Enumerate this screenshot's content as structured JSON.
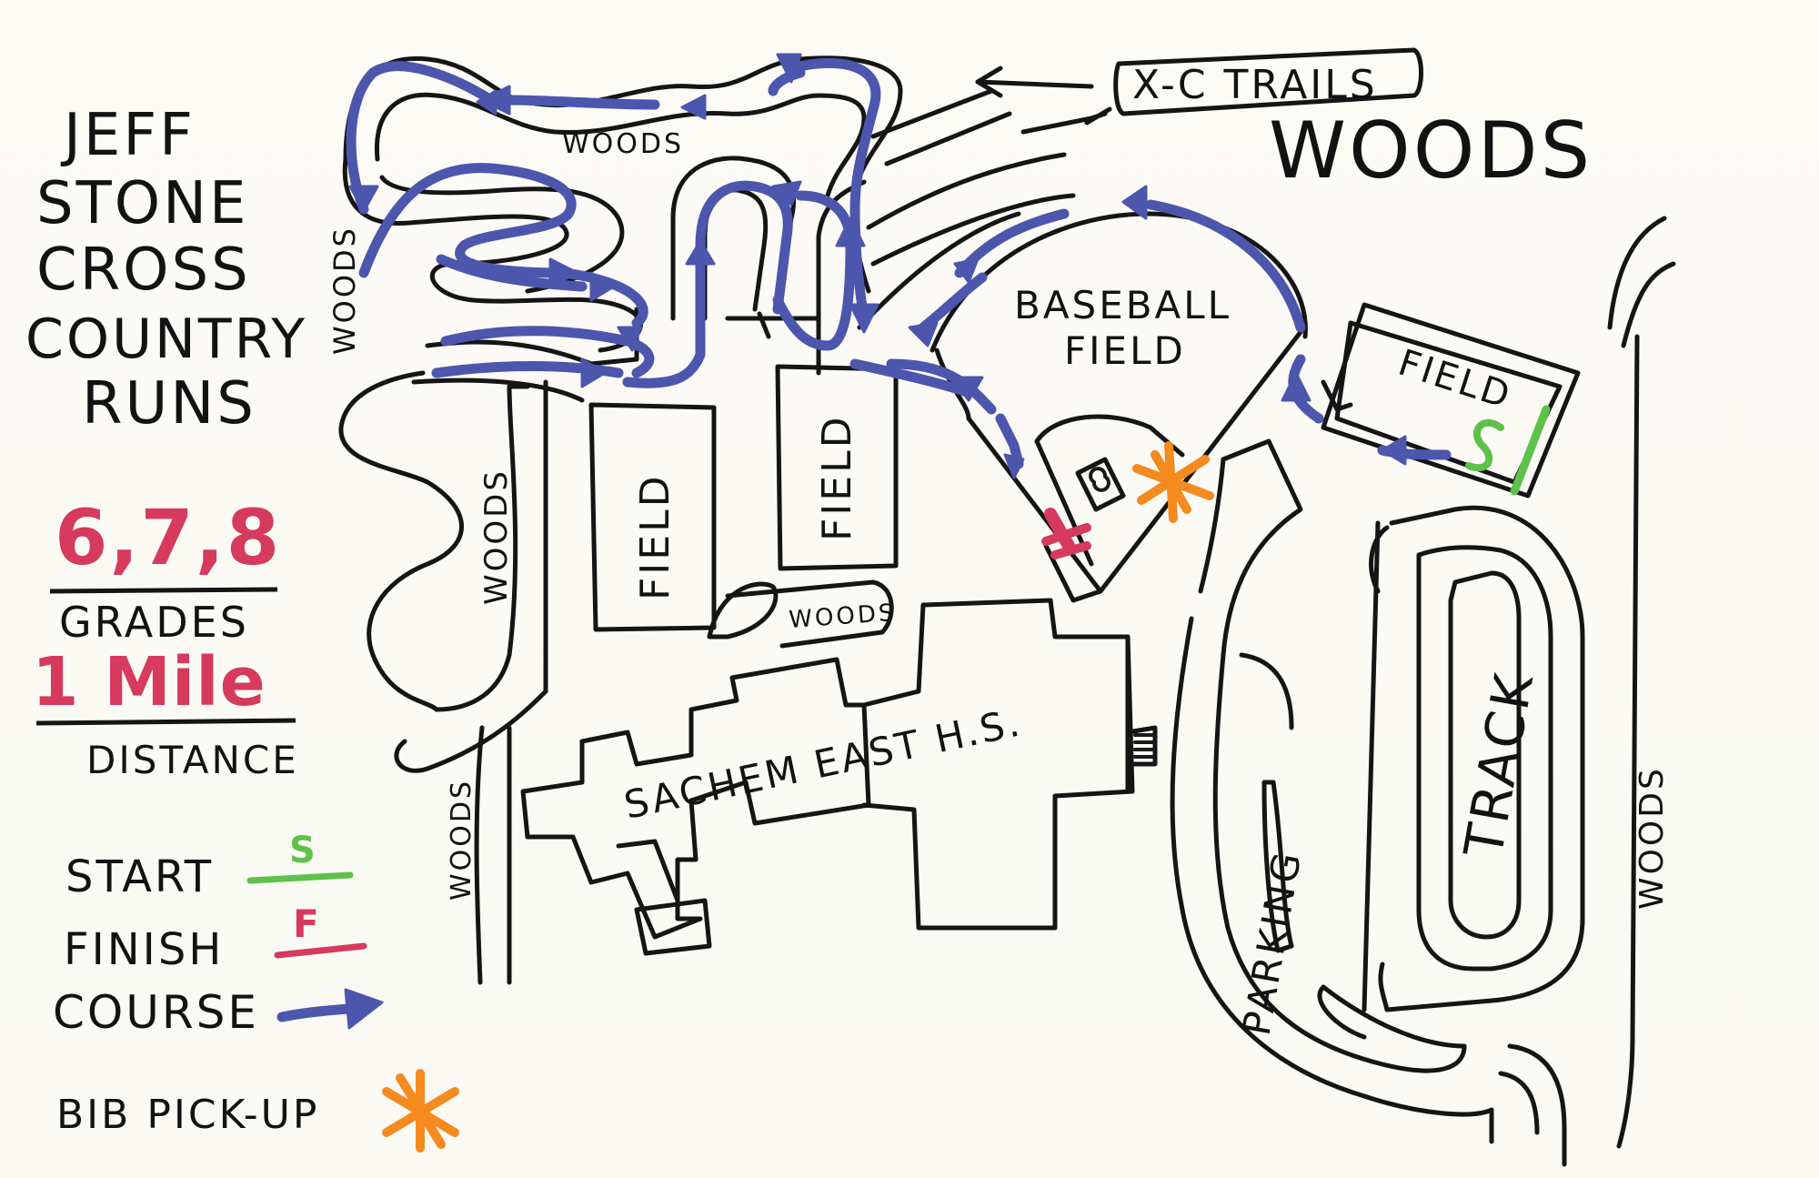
{
  "title_lines": [
    "JEFF",
    "STONE",
    "CROSS",
    "COUNTRY",
    "RUNS"
  ],
  "grades_value": "6,7,8",
  "grades_label": "GRADES",
  "distance_value": "1 Mile",
  "distance_label": "DISTANCE",
  "legend": {
    "start_label": "START",
    "start_symbol": "S",
    "finish_label": "FINISH",
    "finish_symbol": "F",
    "course_label": "COURSE",
    "bib_label": "BIB PICK-UP"
  },
  "labels": {
    "xc_trails": "X-C TRAILS",
    "woods_top_right": "WOODS",
    "woods_top_mid": "WOODS",
    "woods_left_vertical": "WOODS",
    "woods_center_vertical": "WOODS",
    "woods_lower_vertical": "WOODS",
    "woods_small_patch": "WOODS",
    "woods_right_vertical": "WOODS",
    "field_1": "FIELD",
    "field_2": "FIELD",
    "field_3": "FIELD",
    "baseball_field_line1": "BASEBALL",
    "baseball_field_line2": "FIELD",
    "school": "SACHEM EAST H.S.",
    "parking": "PARKING",
    "track": "TRACK"
  },
  "colors": {
    "ink": "#151515",
    "course": "#4d56ad",
    "start": "#5ec24a",
    "finish": "#d63a5c",
    "bib": "#f58a1f",
    "stats": "#d63a5c"
  },
  "icons": {
    "start": "start-marker-icon",
    "finish": "finish-marker-icon",
    "course": "course-arrow-icon",
    "bib": "bib-asterisk-icon"
  }
}
